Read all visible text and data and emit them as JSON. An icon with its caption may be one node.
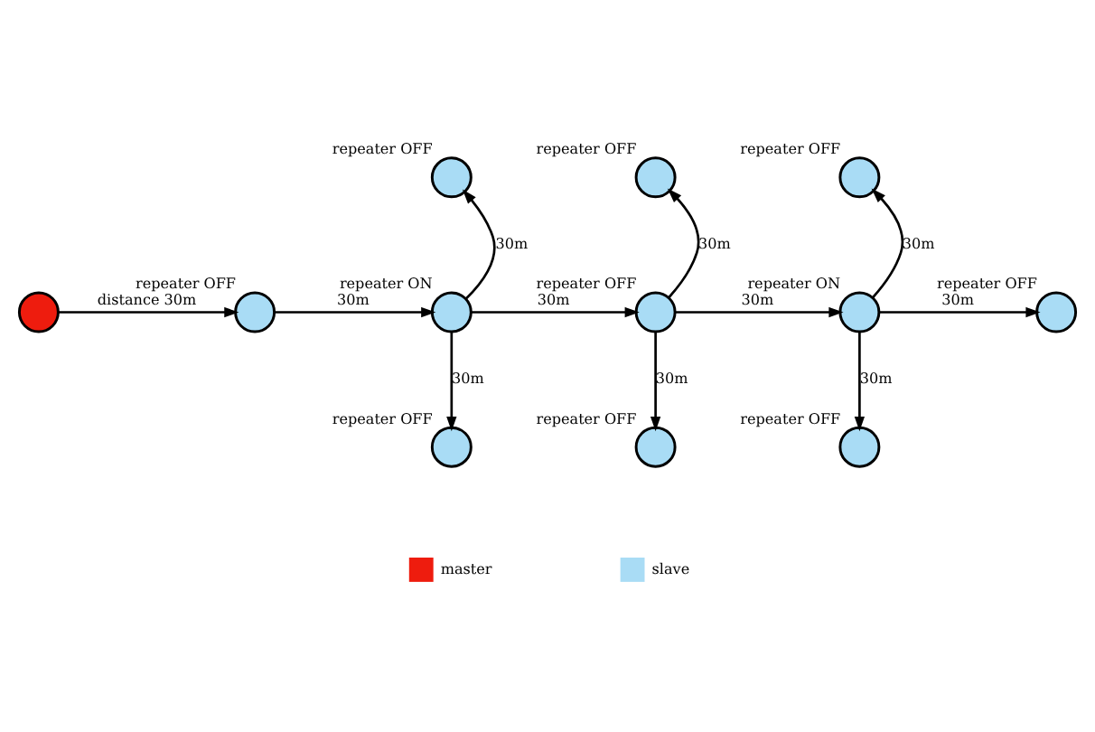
{
  "diagram": {
    "nodes": [
      {
        "text": [],
        "shape": "circle",
        "beside": [
          "repeater OFF"
        ]
      },
      {
        "text": [],
        "shape": "circle",
        "beside": [
          "repeater OFF"
        ]
      },
      {
        "text": [],
        "shape": "circle",
        "beside": [
          "repeater OFF"
        ]
      },
      {
        "text": [],
        "shape": "circle"
      },
      {
        "text": [],
        "shape": "circle",
        "beside": [
          "repeater OFF"
        ]
      },
      {
        "text": [],
        "shape": "circle",
        "beside": [
          "repeater ON"
        ]
      },
      {
        "text": [],
        "shape": "circle",
        "beside": [
          "repeater OFF"
        ]
      },
      {
        "text": [],
        "shape": "circle",
        "beside": [
          "repeater ON"
        ]
      },
      {
        "text": [],
        "shape": "circle",
        "beside": [
          "repeater OFF"
        ]
      },
      {
        "text": [],
        "shape": "circle",
        "beside": [
          "repeater OFF"
        ]
      },
      {
        "text": [],
        "shape": "circle",
        "beside": [
          "repeater OFF"
        ]
      },
      {
        "text": [],
        "shape": "circle",
        "beside": [
          "repeater OFF"
        ]
      }
    ],
    "edges": [
      {
        "from": 3,
        "to": 4,
        "arrow": "to",
        "label": "distance 30m"
      },
      {
        "from": 4,
        "to": 5,
        "arrow": "to",
        "label": "30m"
      },
      {
        "from": 5,
        "to": 0,
        "arrow": "to",
        "label": "30m"
      },
      {
        "from": 5,
        "to": 9,
        "arrow": "to",
        "label": "30m"
      },
      {
        "from": 5,
        "to": 6,
        "arrow": "to",
        "label": "30m"
      },
      {
        "from": 6,
        "to": 1,
        "arrow": "to",
        "label": "30m"
      },
      {
        "from": 6,
        "to": 10,
        "arrow": "to",
        "label": "30m"
      },
      {
        "from": 6,
        "to": 7,
        "arrow": "to",
        "label": "30m"
      },
      {
        "from": 7,
        "to": 2,
        "arrow": "to",
        "label": "30m"
      },
      {
        "from": 7,
        "to": 11,
        "arrow": "to",
        "label": "30m"
      },
      {
        "from": 7,
        "to": 8,
        "arrow": "to",
        "label": "30m"
      }
    ],
    "legend": [
      {
        "text": "master",
        "color": "#ee1c0e"
      },
      {
        "text": "slave",
        "color": "#a9dcf5"
      }
    ]
  }
}
